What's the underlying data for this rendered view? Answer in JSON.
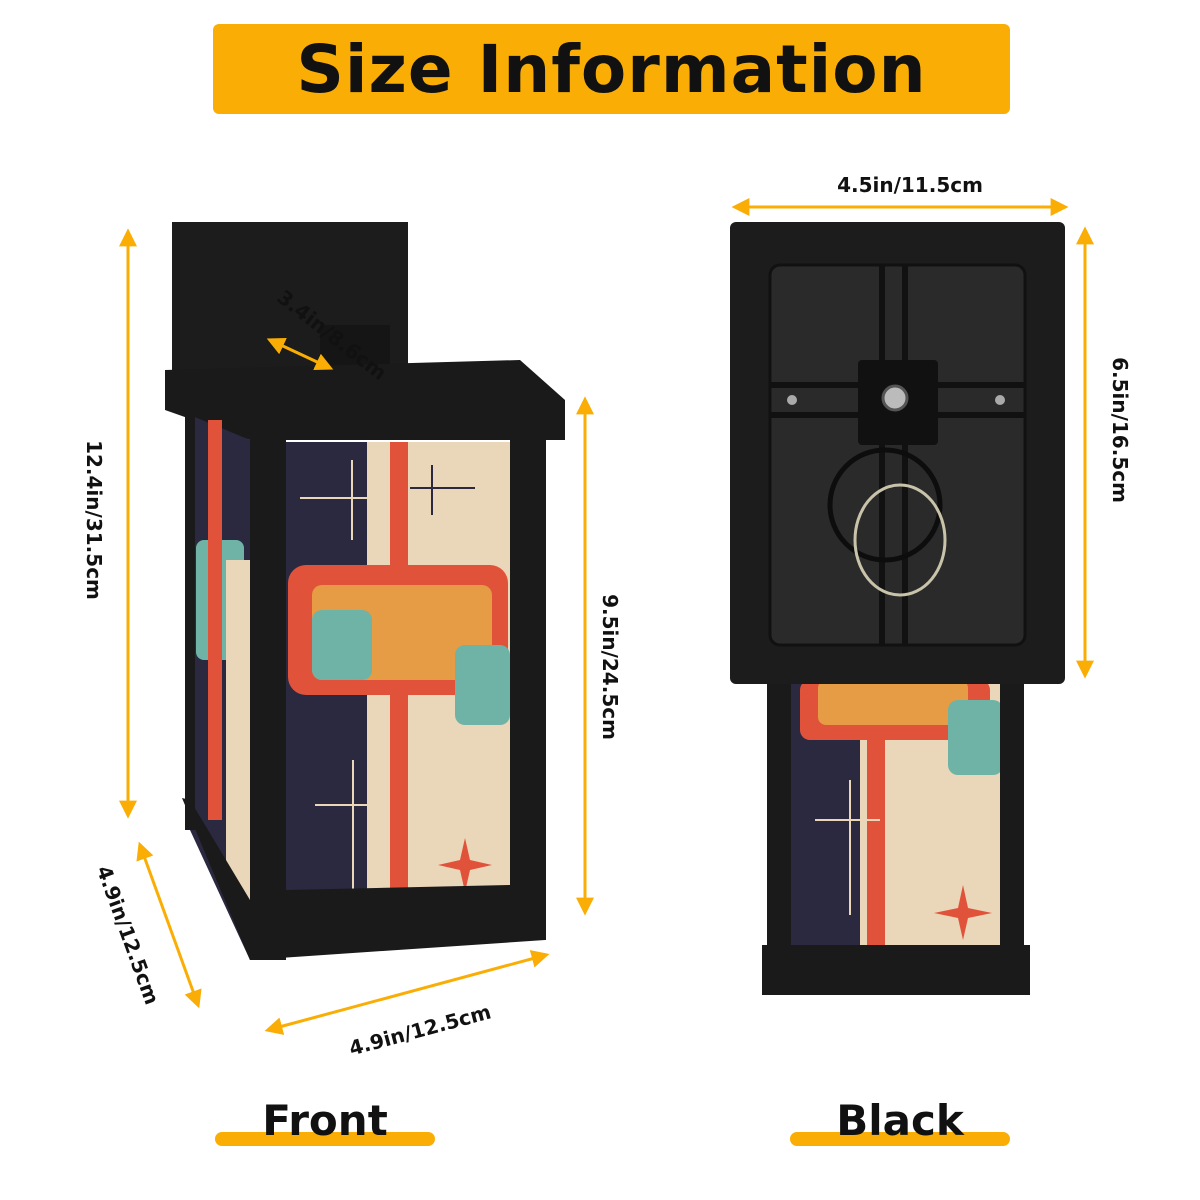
{
  "title": "Size Information",
  "colors": {
    "accent": "#FAAE05",
    "frame": "#1f1f1f",
    "navy": "#2b2940",
    "cream": "#ead6b8",
    "red": "#e0533a",
    "orange": "#e69b45",
    "teal": "#6fb3a6"
  },
  "dimensions": {
    "total_height": "12.4in/31.5cm",
    "shade_height": "9.5in/24.5cm",
    "base_width": "4.9in/12.5cm",
    "base_depth": "4.9in/12.5cm",
    "mount_depth": "3.4in/8.6cm",
    "plate_width": "4.5in/11.5cm",
    "plate_height": "6.5in/16.5cm"
  },
  "captions": {
    "front": "Front",
    "back": "Black"
  }
}
